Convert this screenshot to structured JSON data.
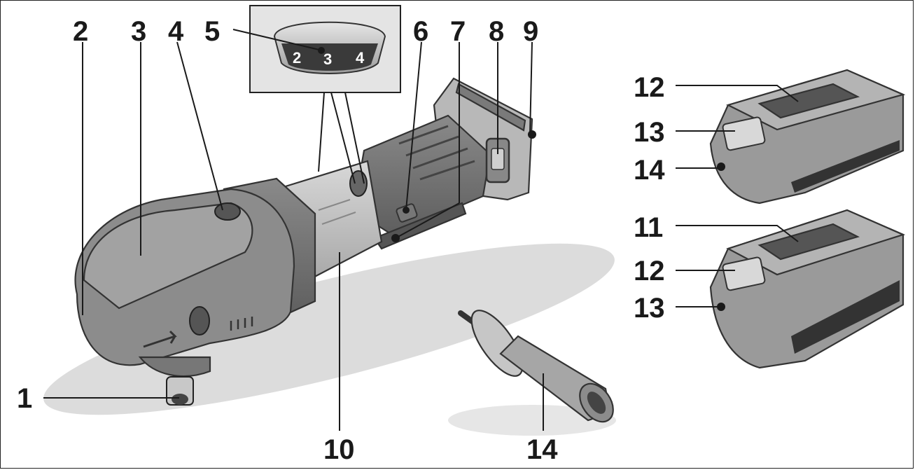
{
  "figure": {
    "labels": [
      "1",
      "2",
      "3",
      "4",
      "5",
      "6",
      "7",
      "8",
      "9",
      "10",
      "11",
      "12",
      "13",
      "14"
    ],
    "battery_small_labels": [
      "12",
      "13",
      "14"
    ],
    "battery_large_labels": [
      "11",
      "12",
      "13"
    ],
    "bottom_labels": [
      "10",
      "14"
    ],
    "dial_digits": [
      "2",
      "3",
      "4"
    ]
  },
  "colors": {
    "ink": "#1a1a1a",
    "tool_dark": "#6e6e6e",
    "tool_mid": "#9a9a9a",
    "tool_light": "#c4c4c4",
    "shadow": "#d6d6d6",
    "inset_bg": "#cfcfcf"
  }
}
